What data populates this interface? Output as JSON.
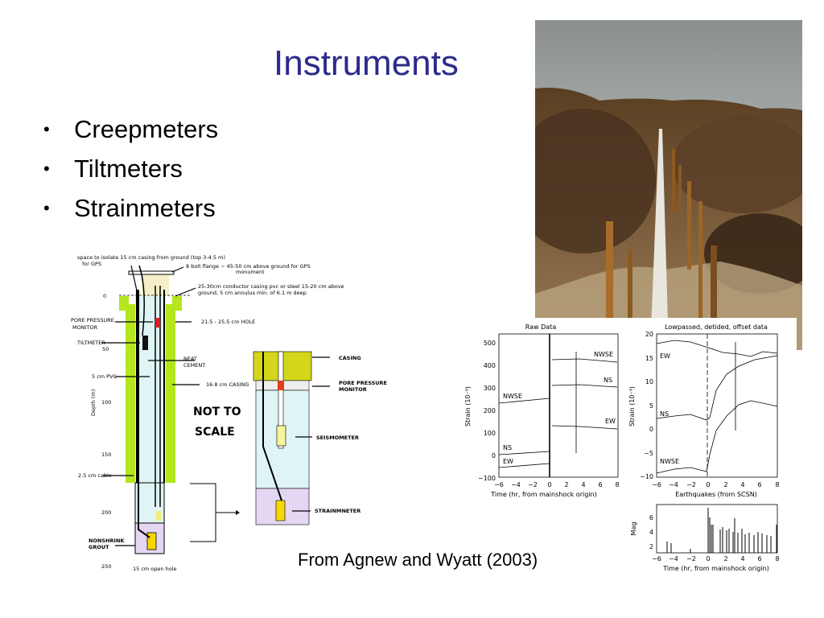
{
  "slide": {
    "title": "Instruments",
    "bullets": [
      "Creepmeters",
      "Tiltmeters",
      "Strainmeters"
    ],
    "citation": "From Agnew and Wyatt (2003)",
    "title_color": "#2b2b8c"
  },
  "diagram": {
    "labels": {
      "space": "space to isolate 15 cm casing from ground (top 3-4.5 m)",
      "space2": "for GPS",
      "flange": "8 bolt flange ~ 45-50 cm above ground for GPS",
      "flange2": "monument",
      "conductor": "25-30cm  conductor casing pvc or steel 15-20 cm above",
      "conductor2": "ground, 5 cm annulus min. of 6.1 m deep",
      "pore": "PORE PRESSURE",
      "pore2": "MONITOR",
      "hole": "21.5 - 25.5 cm HOLE",
      "tilt": "TILTMETER",
      "neat": "NEAT",
      "neat2": "CEMENT",
      "pvc": "5 cm PVC",
      "casing168": "16.8 cm CASING",
      "cable": "2.5 cm cable",
      "grout": "NONSHRINK",
      "grout2": "GROUT",
      "openhole": "15 cm open hole",
      "depth_axis": "Depth (m)",
      "notscale1": "NOT TO",
      "notscale2": "SCALE",
      "casing": "CASING",
      "pore_r": "PORE PRESSURE",
      "pore_r2": "MONITOR",
      "seis": "SEISMOMETER",
      "strain": "STRAINMNETER"
    },
    "depth_ticks": [
      "0",
      "50",
      "100",
      "150",
      "200",
      "250"
    ]
  },
  "chart_data": [
    {
      "type": "line",
      "title": "Raw Data",
      "xlabel": "Time (hr, from mainshock origin)",
      "ylabel": "Strain (10^-9)",
      "xlim": [
        -6,
        8
      ],
      "ylim": [
        -100,
        550
      ],
      "xticks": [
        -6,
        -4,
        -2,
        0,
        2,
        4,
        6,
        8
      ],
      "yticks": [
        -100,
        0,
        100,
        200,
        300,
        400,
        500
      ],
      "series": [
        {
          "name": "NWSE",
          "x": [
            -6,
            -2,
            0,
            0.5,
            3,
            8
          ],
          "y": [
            225,
            230,
            240,
            420,
            420,
            410
          ]
        },
        {
          "name": "NS",
          "x": [
            -6,
            -2,
            0,
            0.5,
            3,
            8
          ],
          "y": [
            -5,
            0,
            8,
            310,
            312,
            303
          ]
        },
        {
          "name": "EW",
          "x": [
            -6,
            -2,
            0,
            0.5,
            3,
            8
          ],
          "y": [
            -55,
            -50,
            -42,
            130,
            130,
            120
          ]
        }
      ]
    },
    {
      "type": "line",
      "title": "Lowpassed, detided, offset data",
      "xlabel": "",
      "ylabel": "Strain (10^-9)",
      "xlim": [
        -6,
        8
      ],
      "ylim": [
        -10,
        20
      ],
      "xticks": [
        -6,
        -4,
        -2,
        0,
        2,
        4,
        6,
        8
      ],
      "yticks": [
        -10,
        -5,
        0,
        5,
        10,
        15,
        20
      ],
      "series": [
        {
          "name": "EW",
          "x": [
            -6,
            -4,
            -2,
            0,
            1,
            2,
            3,
            4,
            5,
            6,
            8
          ],
          "y": [
            18,
            18.5,
            19,
            17.5,
            16.5,
            16,
            15.5,
            15,
            15.8,
            16.8,
            16.5
          ]
        },
        {
          "name": "NS",
          "x": [
            -6,
            -4,
            -2,
            0,
            0.3,
            1,
            2,
            3,
            4,
            6,
            8
          ],
          "y": [
            2.2,
            2.8,
            3.2,
            2,
            3,
            7,
            9.5,
            11,
            13,
            14.3,
            15
          ]
        },
        {
          "name": "NWSE",
          "x": [
            -6,
            -4,
            -2,
            0,
            0.3,
            1,
            2,
            3,
            4,
            5,
            6,
            8
          ],
          "y": [
            -9,
            -8.2,
            -7.8,
            -8.7,
            -5,
            -1,
            2,
            3.5,
            5,
            5.5,
            5,
            4
          ]
        }
      ]
    },
    {
      "type": "bar",
      "title": "Earthquakes (from SCSN)",
      "xlabel": "Time (hr, from mainshock origin)",
      "ylabel": "Mag",
      "xlim": [
        -6,
        8
      ],
      "ylim": [
        1,
        7.5
      ],
      "xticks": [
        -6,
        -4,
        -2,
        0,
        2,
        4,
        6,
        8
      ],
      "yticks": [
        2,
        4,
        6
      ],
      "x": [
        -4.8,
        -4.3,
        -2,
        0.05,
        0.2,
        0.35,
        0.5,
        1.4,
        1.7,
        2.2,
        2.5,
        3,
        3.2,
        3.6,
        4.1,
        4.5,
        5,
        5.5,
        6,
        6.5,
        7,
        7.5,
        7.9
      ],
      "values": [
        2.5,
        2.3,
        1.5,
        7.1,
        5.8,
        4.8,
        4.8,
        4.2,
        4.6,
        4.1,
        4.3,
        3.9,
        5.7,
        3.8,
        4.3,
        3.5,
        3.7,
        3.4,
        3.8,
        3.6,
        3.4,
        3.3,
        5
      ]
    }
  ],
  "charts": {
    "raw": {
      "title": "Raw Data",
      "xlabel": "Time (hr, from mainshock origin)",
      "ylabel": "Strain (10⁻⁹)"
    },
    "low": {
      "title": "Lowpassed, detided, offset data",
      "ylabel": "Strain (10⁻⁹)"
    },
    "eq": {
      "title": "Earthquakes (from SCSN)",
      "xlabel": "Time (hr, from mainshock origin)",
      "ylabel": "Mag"
    }
  }
}
